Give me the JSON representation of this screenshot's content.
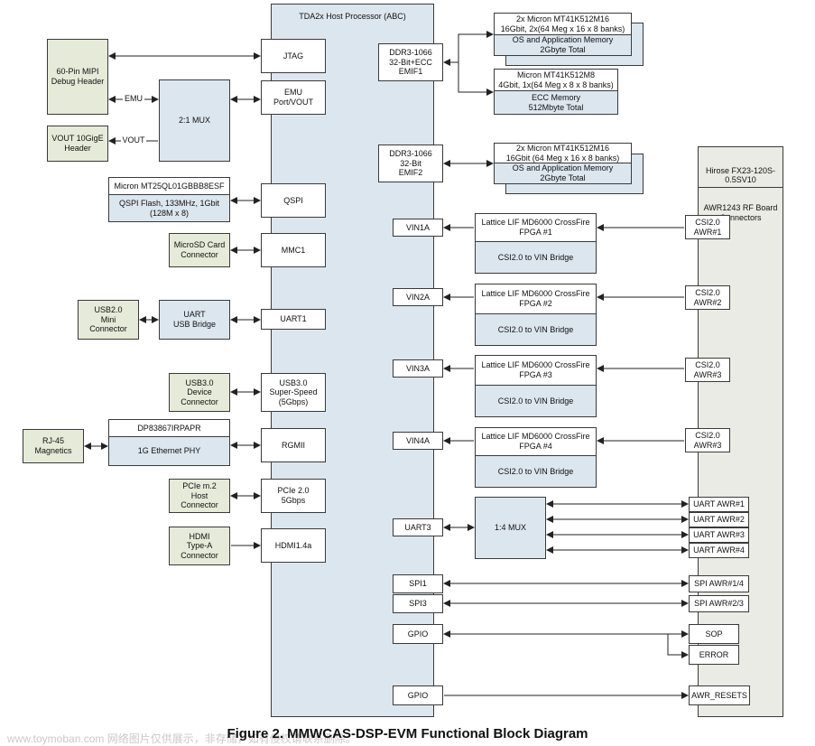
{
  "processor": {
    "title": "TDA2x Host Processor (ABC)"
  },
  "rf_connector": {
    "title": "Hirose FX23-120S-\n0.5SV10",
    "subtitle": "AWR1243 RF Board\nConnectors"
  },
  "left_blocks": {
    "mipi_header": "60-Pin MIPI\nDebug Header",
    "vout_header": "VOUT 10GigE\nHeader",
    "mux_2to1": "2:1 MUX",
    "emu_label": "EMU",
    "vout_label": "VOUT",
    "qspi_part": "Micron MT25QL01GBBB8ESF",
    "qspi_desc": "QSPI Flash, 133MHz, 1Gbit\n(128M x 8)",
    "microsd": "MicroSD Card\nConnector",
    "usb2_connector": "USB2.0\nMini\nConnector",
    "uart_bridge": "UART\nUSB Bridge",
    "usb3_connector": "USB3.0\nDevice\nConnector",
    "rj45": "RJ-45\nMagnetics",
    "phy_part": "DP83867IRPAPR",
    "phy_desc": "1G Ethernet PHY",
    "pcie_connector": "PCIe m.2\nHost Connector",
    "hdmi_connector": "HDMI\nType-A\nConnector"
  },
  "host_ports_left": {
    "jtag": "JTAG",
    "emu_port": "EMU Port/VOUT",
    "qspi": "QSPI",
    "mmc1": "MMC1",
    "uart1": "UART1",
    "usb3": "USB3.0\nSuper-Speed\n(5Gbps)",
    "rgmii": "RGMII",
    "pcie": "PCIe 2.0\n5Gbps",
    "hdmi": "HDMI1.4a"
  },
  "memory": {
    "emif1": "DDR3-1066\n32-Bit+ECC\nEMIF1",
    "emif2": "DDR3-1066\n32-Bit\nEMIF2",
    "mem1_part": "2x Micron MT41K512M16\n16Gbit, 2x(64 Meg x 16 x 8 banks)",
    "mem1_desc": "OS and Application Memory\n2Gbyte Total",
    "ecc_part": "Micron MT41K512M8\n4Gbit, 1x(64 Meg x 8 x 8 banks)",
    "ecc_desc": "ECC Memory\n512Mbyte Total",
    "mem2_part": "2x Micron MT41K512M16\n16Gbit (64 Meg x 16 x 8 banks)",
    "mem2_desc": "OS and Application Memory\n2Gbyte Total"
  },
  "vin_channels": [
    {
      "port": "VIN1A",
      "fpga": "Lattice LIF MD6000 CrossFire\nFPGA #1",
      "bridge": "CSI2.0 to VIN Bridge",
      "csi": "CSI2.0\nAWR#1"
    },
    {
      "port": "VIN2A",
      "fpga": "Lattice LIF MD6000 CrossFire\nFPGA #2",
      "bridge": "CSI2.0 to VIN Bridge",
      "csi": "CSI2.0\nAWR#2"
    },
    {
      "port": "VIN3A",
      "fpga": "Lattice LIF MD6000 CrossFire\nFPGA #3",
      "bridge": "CSI2.0 to VIN Bridge",
      "csi": "CSI2.0\nAWR#3"
    },
    {
      "port": "VIN4A",
      "fpga": "Lattice LIF MD6000 CrossFire\nFPGA #4",
      "bridge": "CSI2.0 to VIN Bridge",
      "csi": "CSI2.0\nAWR#3"
    }
  ],
  "uart3": {
    "port": "UART3",
    "mux": "1:4 MUX",
    "targets": [
      "UART AWR#1",
      "UART AWR#2",
      "UART AWR#3",
      "UART AWR#4"
    ]
  },
  "spi": [
    {
      "port": "SPI1",
      "target": "SPI AWR#1/4"
    },
    {
      "port": "SPI3",
      "target": "SPI AWR#2/3"
    }
  ],
  "gpio": [
    {
      "port": "GPIO",
      "targets": [
        "SOP",
        "ERROR"
      ]
    },
    {
      "port": "GPIO",
      "target": "AWR_RESETS"
    }
  ],
  "caption": "Figure 2. MMWCAS-DSP-EVM Functional Block Diagram",
  "watermark": "www.toymoban.com 网络图片仅供展示，非存储，如有侵权请联系删除。"
}
